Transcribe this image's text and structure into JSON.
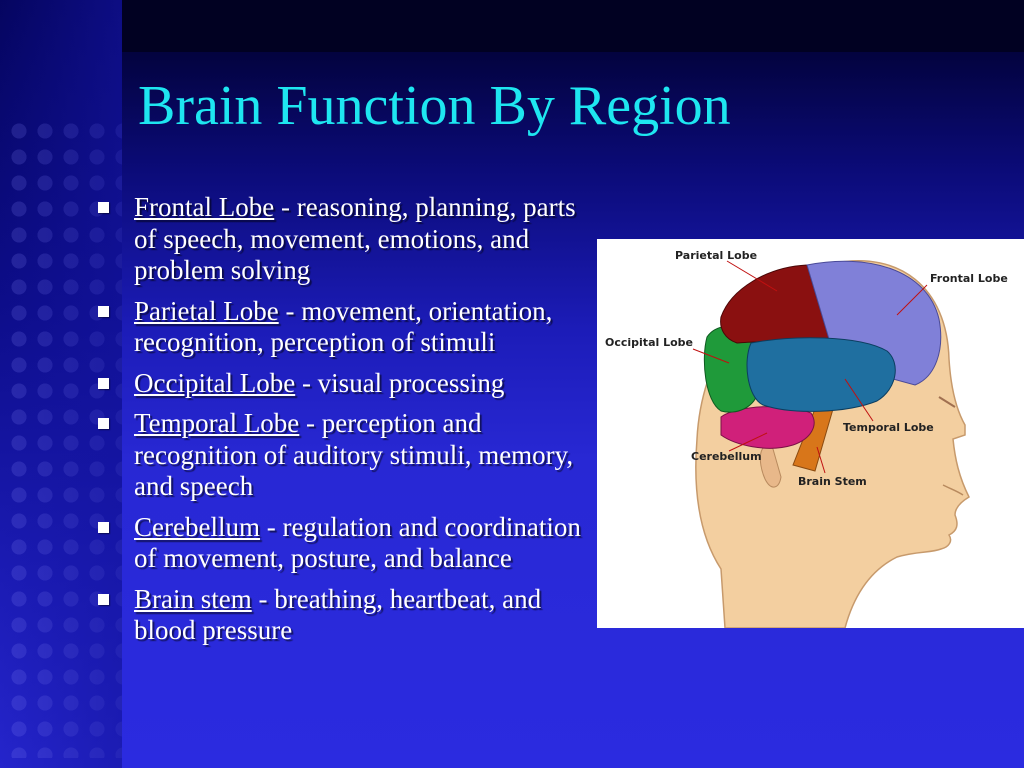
{
  "slide": {
    "title": "Brain Function By Region",
    "bullets": [
      {
        "term": "Frontal Lobe",
        "description": " - reasoning, planning, parts of speech, movement, emotions, and problem solving"
      },
      {
        "term": "Parietal Lobe",
        "description": " - movement, orientation, recognition, perception of stimuli"
      },
      {
        "term": "Occipital Lobe",
        "description": " - visual processing"
      },
      {
        "term": "Temporal Lobe",
        "description": " - perception and recognition of auditory stimuli, memory, and speech"
      },
      {
        "term": "Cerebellum",
        "description": " - regulation and coordination of movement, posture, and balance"
      },
      {
        "term": "Brain stem",
        "description": " - breathing, heartbeat, and blood pressure"
      }
    ]
  },
  "figure": {
    "labels": {
      "parietal": "Parietal Lobe",
      "frontal": "Frontal Lobe",
      "occipital": "Occipital Lobe",
      "temporal": "Temporal Lobe",
      "cerebellum": "Cerebellum",
      "brain_stem": "Brain Stem"
    }
  },
  "colors": {
    "title": "#1ee6f0",
    "background": "#2b2bd6",
    "frontal": "#8080d8",
    "parietal": "#8a1010",
    "occipital": "#1f9a3a",
    "temporal": "#1f6fa0",
    "cerebellum": "#d0207a",
    "brain_stem": "#d8761a",
    "skin": "#f3cfa0"
  }
}
